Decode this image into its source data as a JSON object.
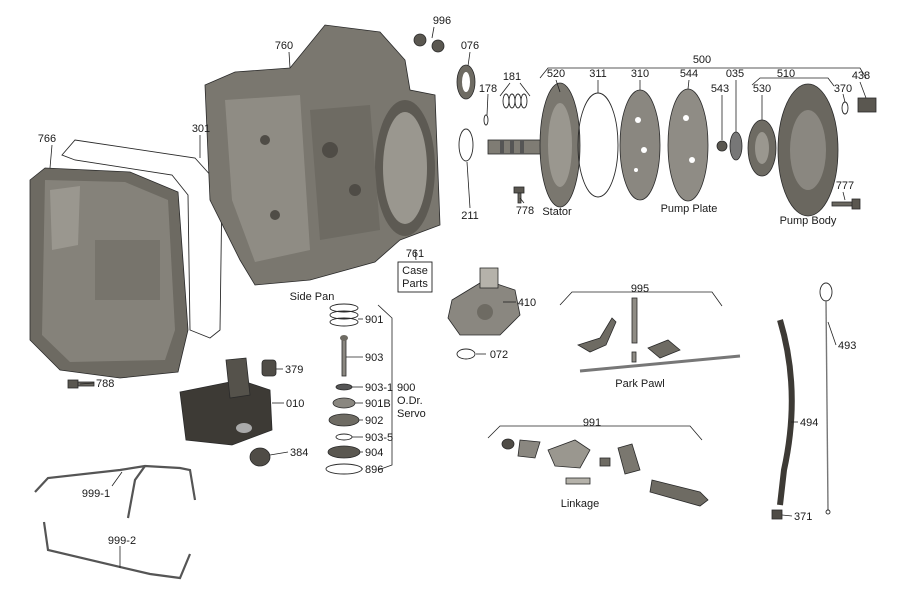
{
  "diagram": {
    "labels": {
      "p996": "996",
      "p760": "760",
      "p076": "076",
      "p181": "181",
      "p500": "500",
      "p520": "520",
      "p311": "311",
      "p310": "310",
      "p544": "544",
      "p035": "035",
      "p510": "510",
      "p438": "438",
      "p178": "178",
      "p543": "543",
      "p530": "530",
      "p370": "370",
      "p766": "766",
      "p301": "301",
      "p211": "211",
      "p778": "778",
      "p777": "777",
      "p761": "761",
      "p410": "410",
      "p072": "072",
      "p995": "995",
      "p901": "901",
      "p903": "903",
      "p903_1": "903-1",
      "p901B": "901B",
      "p902": "902",
      "p903_5": "903-5",
      "p904": "904",
      "p896": "896",
      "p900": "900",
      "p379": "379",
      "p010": "010",
      "p384": "384",
      "p788": "788",
      "p991": "991",
      "p493": "493",
      "p494": "494",
      "p371": "371",
      "p999_1": "999-1",
      "p999_2": "999-2"
    },
    "captions": {
      "stator": "Stator",
      "pump_plate": "Pump Plate",
      "pump_body": "Pump Body",
      "case_line1": "Case",
      "case_line2": "Parts",
      "side_pan": "Side Pan",
      "odr_line1": "O.Dr.",
      "odr_line2": "Servo",
      "park_pawl": "Park Pawl",
      "linkage": "Linkage"
    }
  }
}
